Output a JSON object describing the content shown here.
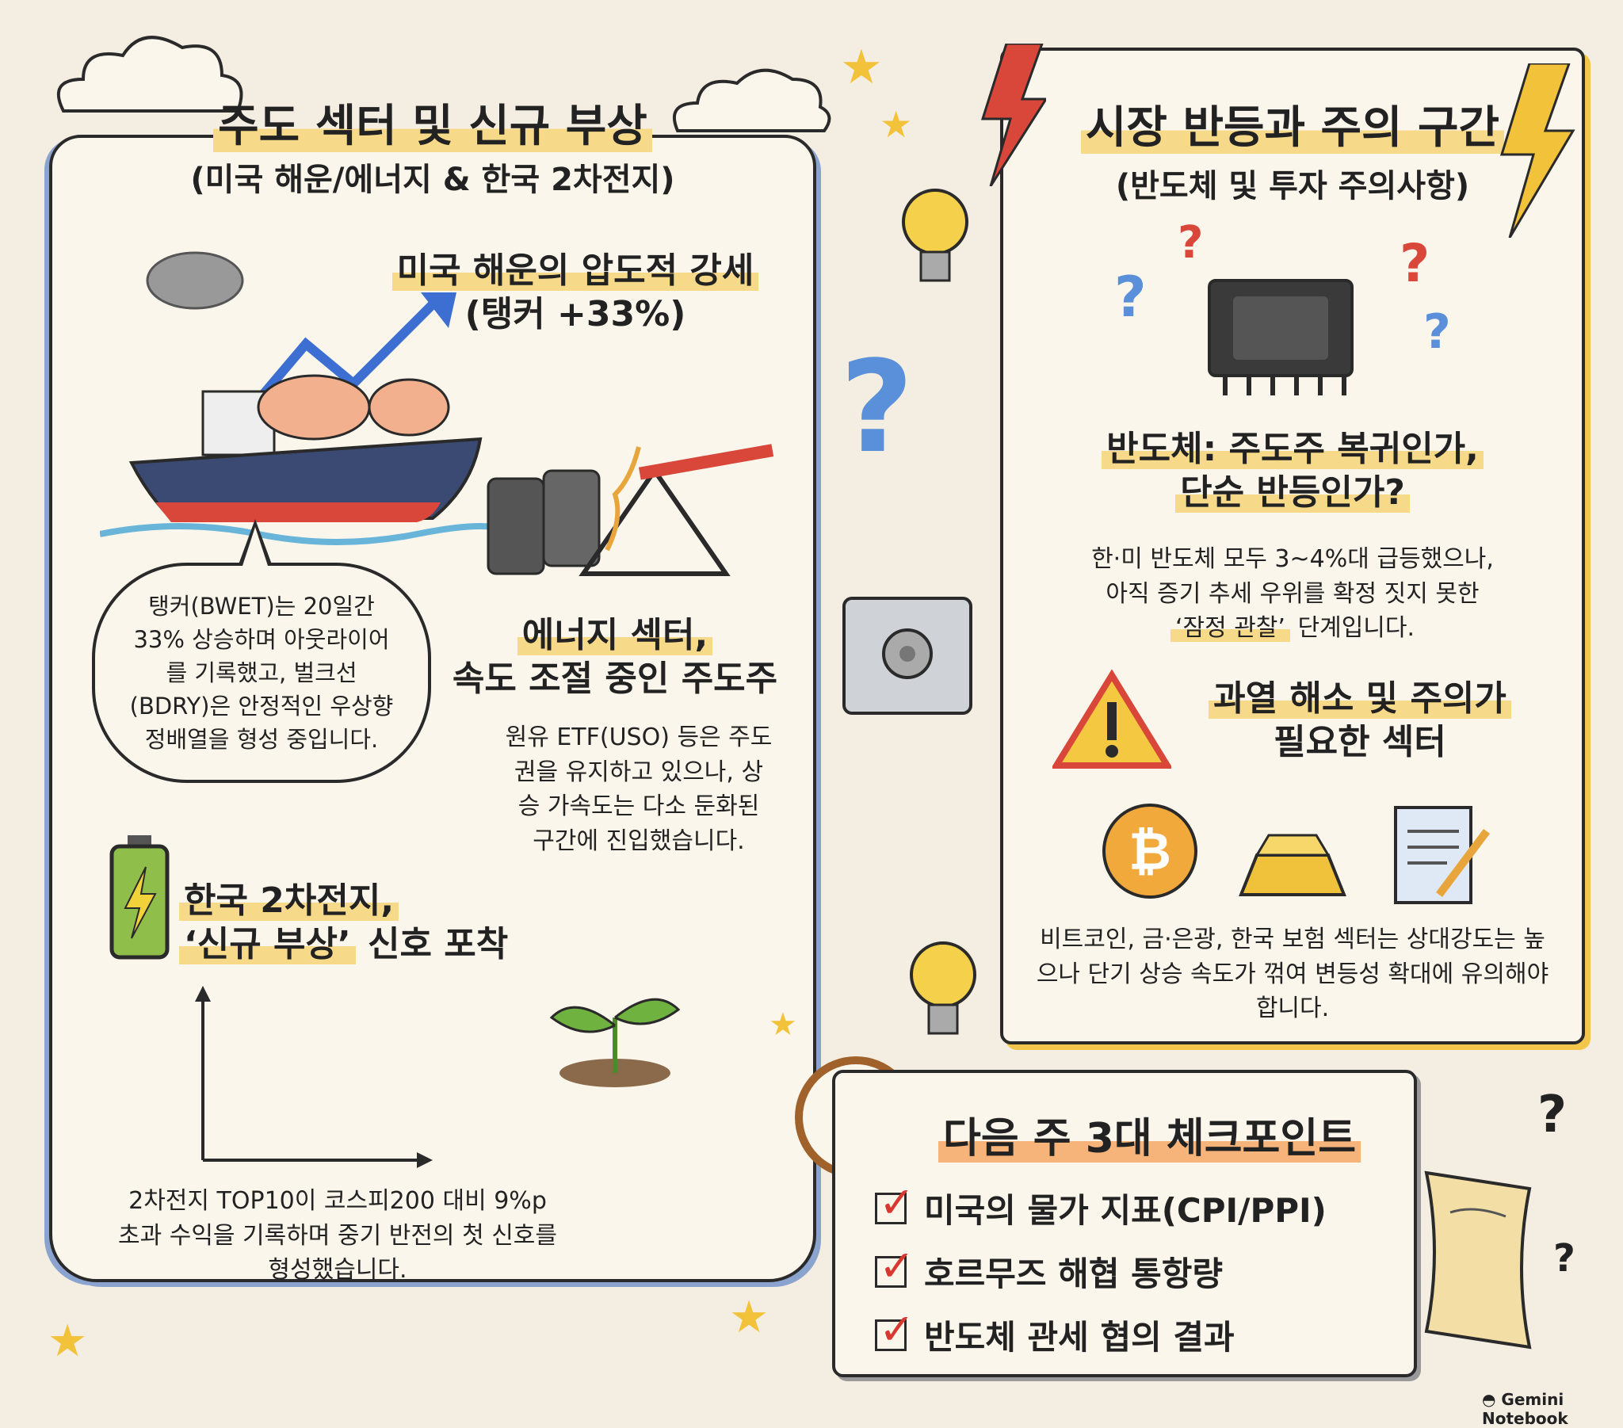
{
  "left": {
    "title": "주도 섹터 및 신규 부상",
    "subtitle": "(미국 해운/에너지 & 한국 2차전지)",
    "shipping": {
      "heading_l1": "미국 해운의 압도적 강세",
      "heading_l2": "(탱커 +33%)",
      "bubble": "탱커(BWET)는 20일간 33% 상승하며 아웃라이어를 기록했고, 벌크선(BDRY)은 안정적인 우상향 정배열을 형성 중입니다."
    },
    "energy": {
      "heading_l1": "에너지 섹터,",
      "heading_l2": "속도 조절 중인 주도주",
      "body": "원유 ETF(USO) 등은 주도권을 유지하고 있으나, 상승 가속도는 다소 둔화된 구간에 진입했습니다."
    },
    "battery": {
      "heading_l1": "한국 2차전지,",
      "heading_l2_quote": "‘신규 부상’",
      "heading_l2_rest": "신호 포착",
      "body": "2차전지 TOP10이 코스피200 대비 9%p 초과 수익을 기록하며 중기 반전의 첫 신호를 형성했습니다."
    }
  },
  "right": {
    "title": "시장 반등과 주의 구간",
    "subtitle": "(반도체 및 투자 주의사항)",
    "semi": {
      "heading_l1": "반도체: 주도주 복귀인가,",
      "heading_l2": "단순 반등인가?",
      "body_l1": "한·미 반도체 모두 3~4%대 급등했으나,",
      "body_l2": "아직 증기 추세 우위를 확정 짓지 못한",
      "body_l3_quote": "‘잠정 관찰’",
      "body_l3_rest": "단계입니다."
    },
    "caution": {
      "heading_l1": "과열 해소 및 주의가",
      "heading_l2": "필요한 섹터",
      "body": "비트코인, 금·은광, 한국 보험 섹터는 상대강도는 높으나 단기 상승 속도가 꺾여 변등성 확대에 유의해야 합니다."
    }
  },
  "checkpoints": {
    "title": "다음 주 3대 체크포인트",
    "items": [
      "미국의 물가 지표(CPI/PPI)",
      "호르무즈 해협 통항량",
      "반도체 관세 협의 결과"
    ]
  },
  "footer": {
    "brand": "Gemini Notebook"
  },
  "colors": {
    "highlight_yellow": "#f7d98a",
    "highlight_orange": "#f6b47a",
    "check_red": "#d9382f",
    "blue_border": "#8aa3cf",
    "gold_border": "#f2c64a"
  }
}
